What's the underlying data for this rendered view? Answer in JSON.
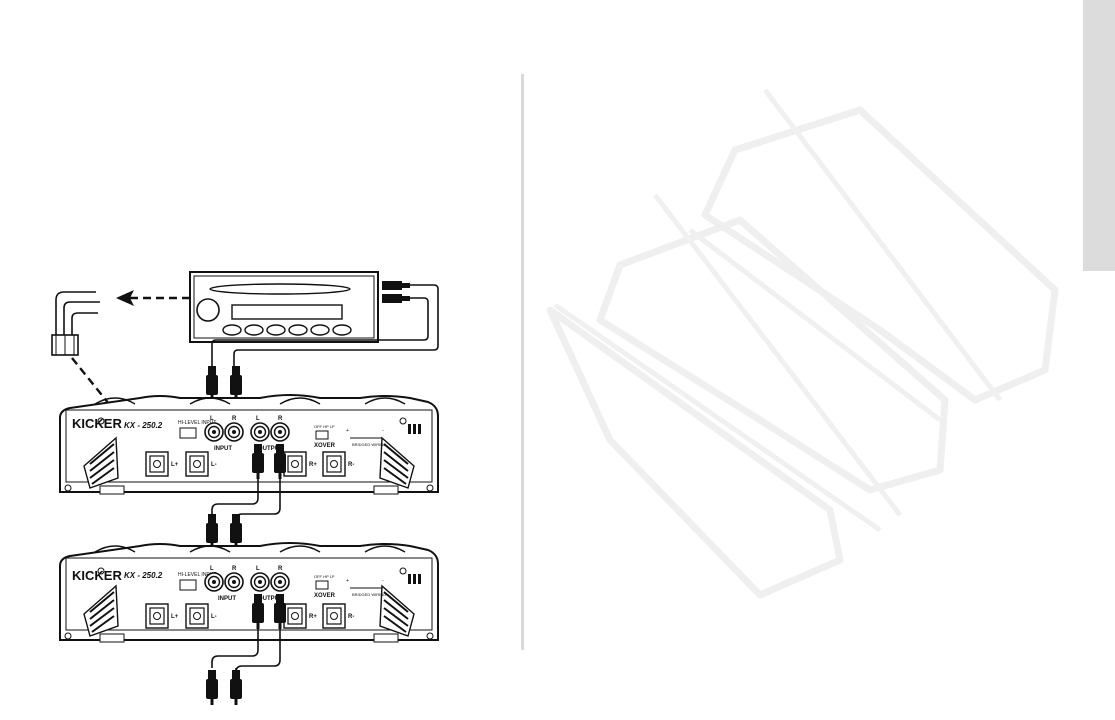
{
  "page": {
    "side_tab": "",
    "watermark": "kicker-logo-watermark"
  },
  "amplifiers": [
    {
      "brand": "KICKER",
      "model": "KX - 250.2",
      "hi_level_label": "HI-LEVEL INPUT",
      "input_label": "INPUT",
      "output_label": "OUTPUT",
      "xover_label": "XOVER",
      "xover_positions": "OFF HP LP",
      "bridged_label": "BRIDGED WIRING",
      "bridge_plus": "+",
      "bridge_minus": "-",
      "channel_l": "L",
      "channel_r": "R",
      "terminals": [
        "L+",
        "L-",
        "R+",
        "R-"
      ]
    },
    {
      "brand": "KICKER",
      "model": "KX - 250.2",
      "hi_level_label": "HI-LEVEL INPUT",
      "input_label": "INPUT",
      "output_label": "OUTPUT",
      "xover_label": "XOVER",
      "xover_positions": "OFF HP LP",
      "bridged_label": "BRIDGED WIRING",
      "bridge_plus": "+",
      "bridge_minus": "-",
      "channel_l": "L",
      "channel_r": "R",
      "terminals": [
        "L+",
        "L-",
        "R+",
        "R-"
      ]
    }
  ],
  "icons": {
    "head_unit": "car-stereo-head-unit-icon",
    "harness": "hi-level-wire-harness-icon",
    "rca": "rca-plug-icon",
    "arrow": "dashed-arrow-icon"
  }
}
